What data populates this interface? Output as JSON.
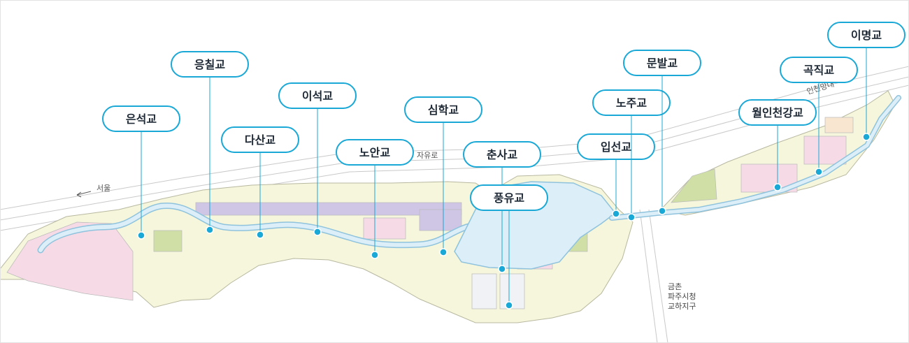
{
  "colors": {
    "accent": "#1aa8d6",
    "water": "#dceef8",
    "river_edge": "#8fc3dd",
    "land": "#f5f6dc",
    "residential_pink": "#f6dbe6",
    "commercial_purple": "#cfc6e6",
    "green": "#cfdfa6"
  },
  "roads": {
    "jayuro": "자유로",
    "seoul": "서울",
    "injeongmyeongdae": "인천망대"
  },
  "destinations": [
    "금촌",
    "파주시청",
    "교하지구"
  ],
  "bridges": [
    {
      "name": "은석교"
    },
    {
      "name": "응칠교"
    },
    {
      "name": "다산교"
    },
    {
      "name": "이석교"
    },
    {
      "name": "노안교"
    },
    {
      "name": "심학교"
    },
    {
      "name": "춘사교"
    },
    {
      "name": "풍유교"
    },
    {
      "name": "입선교"
    },
    {
      "name": "노주교"
    },
    {
      "name": "문발교"
    },
    {
      "name": "월인천강교"
    },
    {
      "name": "곡직교"
    },
    {
      "name": "이명교"
    }
  ]
}
